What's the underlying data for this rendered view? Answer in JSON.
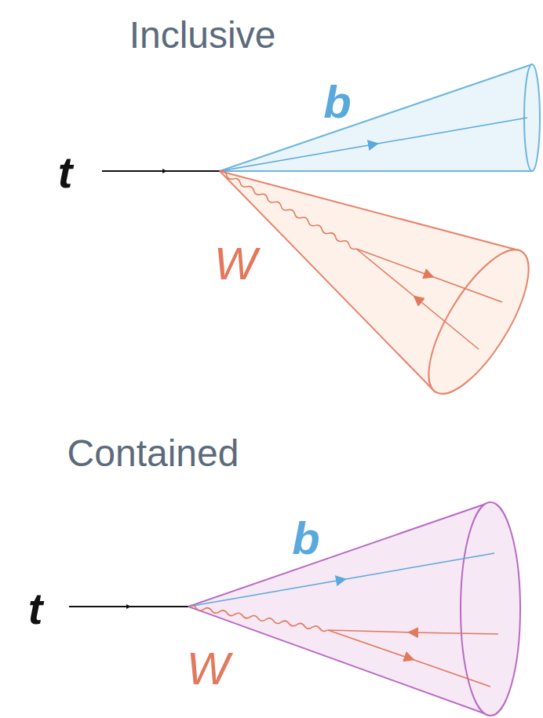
{
  "diagram": {
    "labels": [
      "Inclusive",
      "t",
      "b",
      "W",
      "Contained",
      "t",
      "b",
      "W"
    ]
  }
}
